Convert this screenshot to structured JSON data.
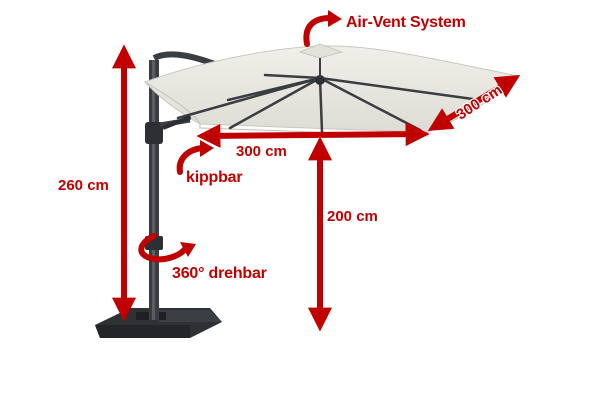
{
  "labels": {
    "air_vent": "Air-Vent System",
    "tilt": "kippbar",
    "rotate": "360° drehbar",
    "height_total": "260 cm",
    "width": "300 cm",
    "depth": "300 cm",
    "height_clearance": "200 cm"
  },
  "colors": {
    "accent_red": "#c00000",
    "canopy": "#e9e8e2",
    "frame": "#3a3d41",
    "base": "#2f3135"
  },
  "icons": [
    "curved-arrow-icon",
    "curved-arrow-icon",
    "curved-arrow-icon"
  ]
}
